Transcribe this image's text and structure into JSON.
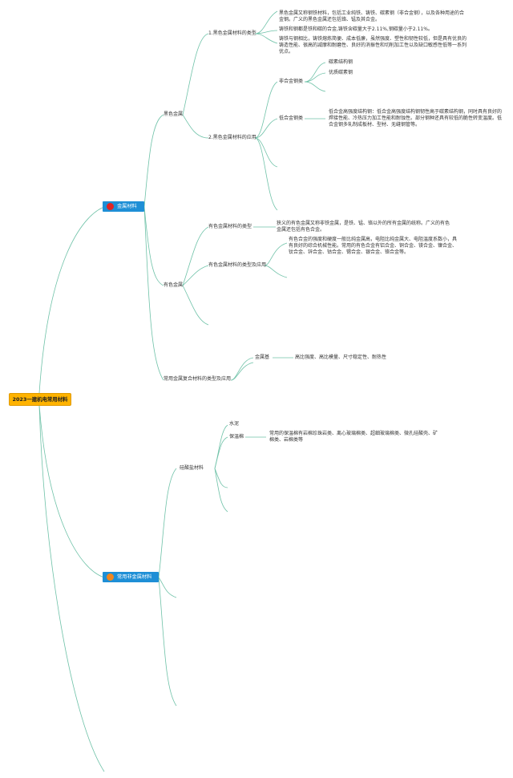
{
  "root": {
    "label": "2023一建机电常用材料"
  },
  "colors": {
    "root_bg": "#ffb300",
    "main_bg": "#1e8fd6",
    "dot_metal": "#e02424",
    "dot_nonmetal": "#f0861e",
    "line": "#6fc2a8"
  },
  "metal": {
    "label": "金属材料",
    "ferrous": {
      "label": "黑色金属",
      "types": {
        "label": "1.黑色金属材料的类型",
        "notes": [
          "黑色金属又称钢铁材料，包括工业纯铁、铸铁、碳素钢（非合金钢），以及各种用途的合金钢。广义的黑色金属还包括铬、锰及其合金。",
          "铸铁和钢都是铁和碳的合金,铸铁含碳量大于2.11%,钢碳量小于2.11%。",
          "铸铁与钢相比，铸铁熔炼简便、成本低廉，虽然强度、塑性和韧性较低，但是具有优良的铸造性能、很高的减摩和耐磨性、良好的消振性和切削加工性以及缺口敏感性低等一系列优点。"
        ]
      },
      "apps": {
        "label": "2.黑色金属材料的应用",
        "non_alloy": {
          "label": "非合金钢类",
          "items": [
            "碳素结构钢",
            "优质碳素钢"
          ]
        },
        "low_alloy": {
          "label": "低合金钢类",
          "note": "低合金高强度结构钢：低合金高强度结构钢韧性高于碳素结构钢，同时具有良好的焊接性能、冷热压力加工性能和耐蚀性。部分钢种还具有较低的脆性转变温度。低合金钢多轧制成板材、型材、无缝钢管等。"
        }
      }
    },
    "nonferrous": {
      "label": "有色金属",
      "types": {
        "label": "有色金属材料的类型",
        "note": "狭义的有色金属又称非铁金属，是铁、锰、铬以外的所有金属的统称。广义的有色金属还包括有色合金。"
      },
      "apps": {
        "label": "有色金属材料的类型及应用",
        "note": "有色合金的强度和硬度一般比纯金属高，电阻比纯金属大、电阻温度系数小，具有良好的综合机械性能。常用的有色合金有铝合金、铜合金、镁合金、镍合金、钛合金、锌合金、钴合金、锡合金、银合金、铬合金等。"
      }
    },
    "composite": {
      "label": "常用金属复合材料的类型及应用",
      "metal_base": {
        "label": "金属基",
        "note": "高比强度、高比模量、尺寸稳定性、耐热性"
      }
    }
  },
  "nonmetal": {
    "label": "常用非金属材料",
    "silicate": {
      "label": "硅酸盐材料",
      "cement": {
        "label": "水泥"
      },
      "insulation": {
        "label": "保温棉",
        "note": "常用的保温棉有岩棉珍珠岩类、离心玻璃棉类、超细玻璃棉类、微孔硅酸壳、矿棉类、岩棉类等"
      }
    }
  }
}
